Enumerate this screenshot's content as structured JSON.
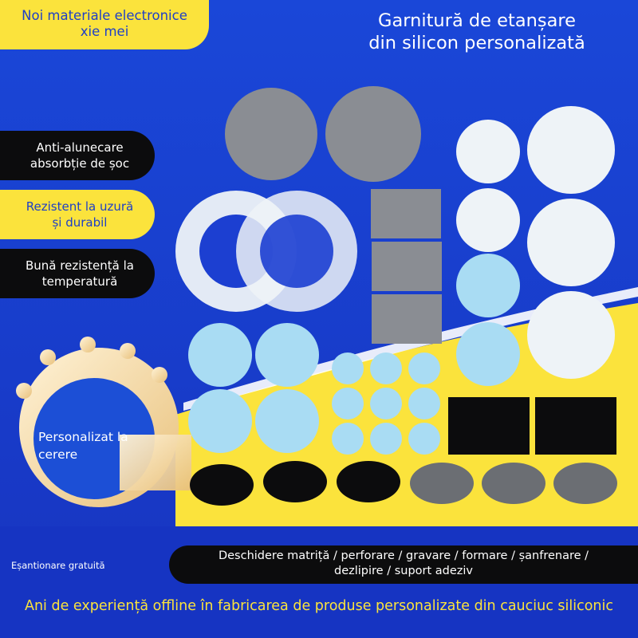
{
  "brand": {
    "line1": "Noi materiale electronice",
    "line2": "xie mei"
  },
  "title": {
    "line1": "Garnitură de etanșare",
    "line2": "din silicon personalizată"
  },
  "features": [
    {
      "line1": "Anti-alunecare",
      "line2": "absorbție de șoc"
    },
    {
      "line1": "Rezistent la uzură",
      "line2": "și durabil"
    },
    {
      "line1": "Bună rezistență la",
      "line2": "temperatură"
    }
  ],
  "custom_label": "Personalizat la cerere",
  "sample_text": "Eșantionare gratuită",
  "process": {
    "line1": "Deschidere matriță / perforare / gravare / formare / șanfrenare /",
    "line2": "dezlipire / suport adeziv"
  },
  "footer": "Ani de experiență offline în fabricarea de produse personalizate din cauciuc siliconic",
  "colors": {
    "background_blue": "#1c3fd1",
    "accent_yellow": "#fbe33c",
    "pad_gray": "#8a8d93",
    "pad_white": "#eef3f7",
    "pad_light_blue": "#a9dcf3",
    "pad_black": "#0c0c0d",
    "pad_dark_gray": "#6b6e73"
  }
}
